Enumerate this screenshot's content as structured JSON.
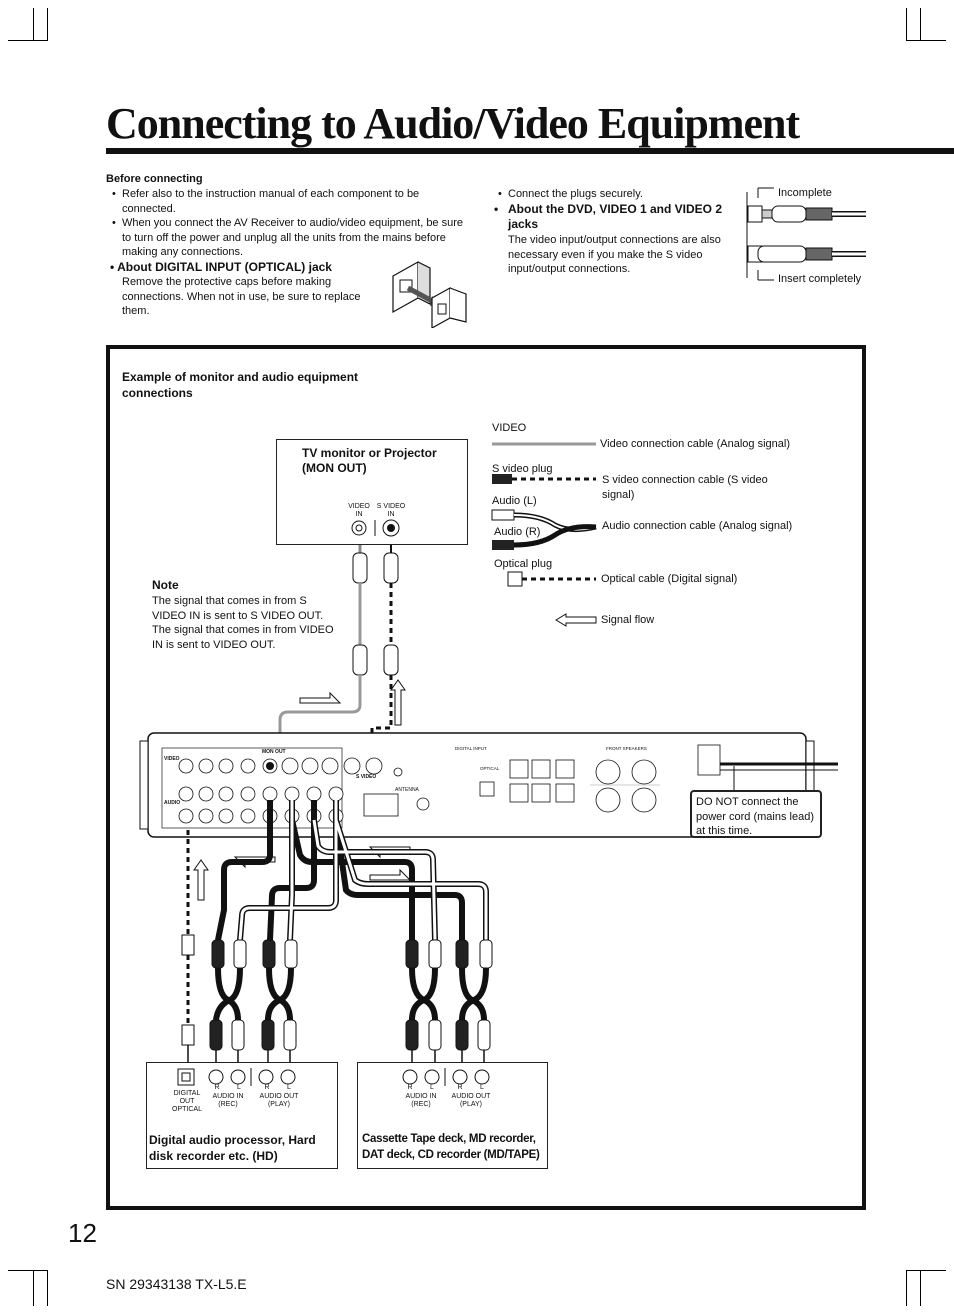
{
  "page": {
    "title": "Connecting to Audio/Video Equipment",
    "page_number": "12",
    "footer_code": "SN 29343138 TX-L5.E"
  },
  "before_connecting": {
    "heading": "Before connecting",
    "bullets": [
      "Refer also to the instruction manual of each component to be connected.",
      "When you connect the AV Receiver to audio/video equipment, be sure to turn off the power and unplug all the units from the mains before making any connections."
    ],
    "optical_heading": "• About DIGITAL INPUT (OPTICAL) jack",
    "optical_text": "Remove the protective caps before making connections. When not in use, be sure to replace them."
  },
  "right_column": {
    "bullet": "Connect the plugs securely.",
    "dvd_heading": "About the DVD, VIDEO 1 and VIDEO 2 jacks",
    "dvd_text": "The video input/output connections are also necessary even if you make the S video input/output connections.",
    "incomplete_label": "Incomplete",
    "insert_label": "Insert completely"
  },
  "diagram": {
    "example_heading": "Example of monitor and audio equipment connections",
    "tv_box": {
      "title": "TV monitor or Projector (MON OUT)",
      "video_in": "VIDEO IN",
      "s_video_in": "S VIDEO IN"
    },
    "note": {
      "heading": "Note",
      "text": "The signal that comes in from S VIDEO IN is sent to S VIDEO OUT. The signal that comes in from VIDEO IN is sent to VIDEO OUT."
    },
    "legend": [
      {
        "plug": "VIDEO",
        "desc": "Video connection cable (Analog signal)"
      },
      {
        "plug": "S video plug",
        "desc": "S video connection cable (S video signal)"
      },
      {
        "plug": "Audio (L)",
        "desc": ""
      },
      {
        "plug": "Audio (R)",
        "desc": "Audio connection cable (Analog signal)"
      },
      {
        "plug": "Optical plug",
        "desc": "Optical cable (Digital signal)"
      },
      {
        "plug": "",
        "desc": "Signal flow"
      }
    ],
    "power_warning": "DO NOT connect the power cord (mains lead) at this time.",
    "hd_box": {
      "digital_out": "DIGITAL OUT OPTICAL",
      "r": "R",
      "l": "L",
      "audio_in": "AUDIO IN (REC)",
      "audio_out": "AUDIO OUT (PLAY)",
      "title": "Digital audio processor, Hard disk recorder etc. (HD)"
    },
    "md_box": {
      "r": "R",
      "l": "L",
      "audio_in": "AUDIO IN (REC)",
      "audio_out": "AUDIO OUT (PLAY)",
      "title": "Cassette Tape deck, MD recorder, DAT deck, CD recorder (MD/TAPE)"
    },
    "receiver": {
      "video_label": "VIDEO",
      "audio_label": "AUDIO",
      "mon_out": "MON OUT",
      "s_video": "S VIDEO",
      "antenna": "ANTENNA",
      "front_speakers": "FRONT SPEAKERS",
      "digital_input": "DIGITAL INPUT",
      "optical": "OPTICAL"
    }
  }
}
